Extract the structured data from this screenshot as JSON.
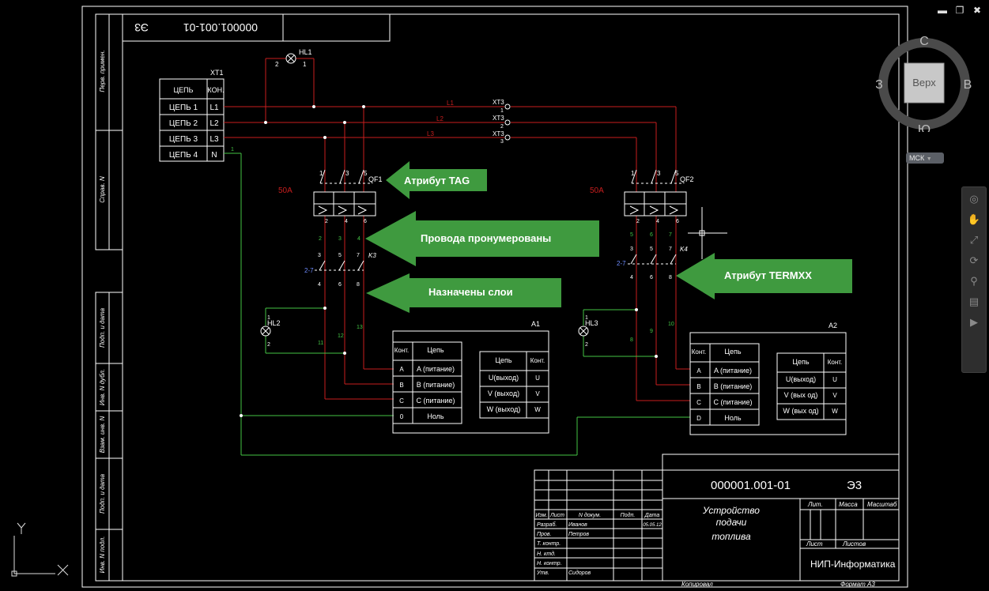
{
  "window": {
    "minimize": "▬",
    "restore": "❐",
    "close": "✖"
  },
  "viewcube": {
    "north": "С",
    "south": "Ю",
    "west": "З",
    "east": "В",
    "face": "Верх",
    "ucs": "МСК"
  },
  "stamp_top": {
    "doc_number": "000001.001-01",
    "code": "Э3"
  },
  "side_stamp": [
    "Перв. примен.",
    "Справ. N",
    "Подп. и дата",
    "Инв. N дубл.",
    "Взам. инв. N",
    "Подп. и дата",
    "Инв. N подл."
  ],
  "xt1": {
    "title": "XT1",
    "headers": [
      "ЦЕПЬ",
      "КОН."
    ],
    "rows": [
      [
        "ЦЕПЬ 1",
        "L1"
      ],
      [
        "ЦЕПЬ 2",
        "L2"
      ],
      [
        "ЦЕПЬ 3",
        "L3"
      ],
      [
        "ЦЕПЬ 4",
        "N"
      ]
    ]
  },
  "lines": {
    "l1": "L1",
    "l2": "L2",
    "l3": "L3",
    "xt3": "XT3",
    "xt3_1": "1",
    "xt3_2": "2",
    "xt3_3": "3"
  },
  "hl1": {
    "label": "HL1",
    "pin1": "1",
    "pin2": "2"
  },
  "qf1": {
    "label": "QF1",
    "rating": "50A",
    "top": [
      "1",
      "3",
      "5"
    ],
    "bottom": [
      "2",
      "4",
      "6"
    ]
  },
  "qf2": {
    "label": "QF2",
    "rating": "50A",
    "top": [
      "1",
      "3",
      "5"
    ],
    "bottom": [
      "2",
      "4",
      "6"
    ]
  },
  "k3": {
    "label": "K3",
    "top": [
      "3",
      "5",
      "7"
    ],
    "bottom": [
      "4",
      "6",
      "8"
    ],
    "coil": "2-7"
  },
  "k4": {
    "label": "K4",
    "top": [
      "3",
      "5",
      "7"
    ],
    "bottom": [
      "4",
      "6",
      "8"
    ],
    "coil": "2-7"
  },
  "wire_numbers_left": [
    "1",
    "2",
    "3",
    "4",
    "11",
    "12",
    "13"
  ],
  "wire_numbers_right": [
    "5",
    "6",
    "7",
    "8",
    "9",
    "10"
  ],
  "hl2": {
    "label": "HL2",
    "pin1": "1",
    "pin2": "2"
  },
  "hl3": {
    "label": "HL3",
    "pin1": "1",
    "pin2": "2"
  },
  "a1": {
    "label": "A1",
    "input_headers": [
      "Конт.",
      "Цепь"
    ],
    "inputs": [
      [
        "A",
        "A (питание)"
      ],
      [
        "B",
        "B (питание)"
      ],
      [
        "C",
        "C (питание)"
      ],
      [
        "0",
        "Ноль"
      ]
    ],
    "output_headers": [
      "Цепь",
      "Конт."
    ],
    "outputs": [
      [
        "U(выход)",
        "U"
      ],
      [
        "V (выход)",
        "V"
      ],
      [
        "W (выход)",
        "W"
      ]
    ]
  },
  "a2": {
    "label": "A2",
    "input_headers": [
      "Конт.",
      "Цепь"
    ],
    "inputs": [
      [
        "A",
        "A (питание)"
      ],
      [
        "B",
        "B (питание)"
      ],
      [
        "C",
        "C (питание)"
      ],
      [
        "D",
        "Ноль"
      ]
    ],
    "output_headers": [
      "Цепь",
      "Конт."
    ],
    "outputs": [
      [
        "U(выход)",
        "U"
      ],
      [
        "V (вых од)",
        "V"
      ],
      [
        "W (вых од)",
        "W"
      ]
    ]
  },
  "callouts": [
    "Атрибут TAG",
    "Провода пронумерованы",
    "Назначены слои",
    "Атрибут TERMXX"
  ],
  "title_block": {
    "doc_number": "000001.001-01",
    "code": "Э3",
    "name_lines": [
      "Устройство",
      "подачи",
      "топлива"
    ],
    "headers": [
      "Изм.",
      "Лист",
      "N докум.",
      "Подп.",
      "Дата"
    ],
    "rows": [
      [
        "Разраб.",
        "Иванов",
        "",
        "05.05.12"
      ],
      [
        "Пров.",
        "Петров",
        "",
        ""
      ],
      [
        "Т. контр.",
        "",
        "",
        ""
      ],
      [
        "Н. ктд.",
        "",
        "",
        ""
      ],
      [
        "Н. контр.",
        "",
        "",
        ""
      ],
      [
        "Утв.",
        "Сидоров",
        "",
        ""
      ]
    ],
    "lit": "Лит.",
    "mass": "Масса",
    "scale": "Масштаб",
    "sheet": "Лист",
    "sheets": "Листов",
    "org": "НИП-Информатика",
    "copied": "Копировал",
    "format": "Формат А3"
  },
  "ucs_icon": {
    "x": "X",
    "y": "Y"
  },
  "colors": {
    "red": "#c81e1e",
    "green": "#45c445",
    "arrow": "#3f9a3f",
    "white": "#ffffff",
    "blue": "#6e8cff"
  }
}
